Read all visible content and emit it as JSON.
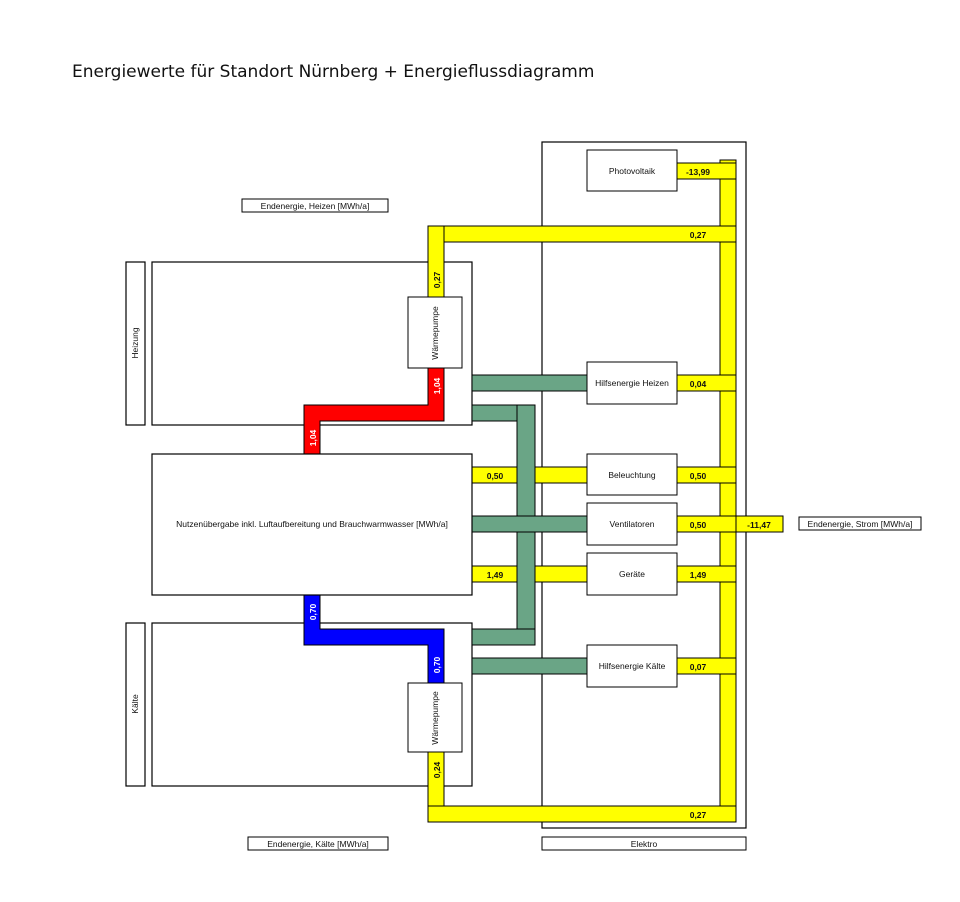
{
  "title": "Energiewerte für Standort Nürnberg + Energieflussdiagramm",
  "labels": {
    "endenergie_heizen": "Endenergie, Heizen [MWh/a]",
    "endenergie_kaelte": "Endenergie, Kälte [MWh/a]",
    "endenergie_strom": "Endenergie, Strom [MWh/a]",
    "elektro": "Elektro",
    "heizung": "Heizung",
    "kaelte": "Kälte",
    "nutzen": "Nutzenübergabe inkl. Luftaufbereitung und Brauchwarmwasser [MWh/a]",
    "waermepumpe_heizen": "Wärmepumpe",
    "waermepumpe_kaelte": "Wärmepumpe",
    "photovoltaik": "Photovoltaik",
    "hilfsenergie_heizen": "Hilfsenergie Heizen",
    "beleuchtung": "Beleuchtung",
    "ventilatoren": "Ventilatoren",
    "geraete": "Geräte",
    "hilfsenergie_kaelte": "Hilfsenergie Kälte"
  },
  "values": {
    "pv": "-13,99",
    "wp_heizen_top": "0,27",
    "wp_heizen_strom": "0,27",
    "heizen_red_top": "1,04",
    "heizen_red_bottom": "1,04",
    "hilfsenergie_heizen": "0,04",
    "beleuchtung_left": "0,50",
    "beleuchtung_right": "0,50",
    "ventilatoren": "0,50",
    "strom_total": "-11,47",
    "geraete_left": "1,49",
    "geraete_right": "1,49",
    "kaelte_blue_top": "0,70",
    "kaelte_blue_bottom": "0,70",
    "hilfsenergie_kaelte": "0,07",
    "wp_kaelte_side": "0,24",
    "wp_kaelte_strom": "0,27"
  },
  "colors": {
    "strom": "#ffff00",
    "heizen": "#ff0000",
    "kaelte": "#0000ff",
    "hilfs": "#6aa586"
  }
}
